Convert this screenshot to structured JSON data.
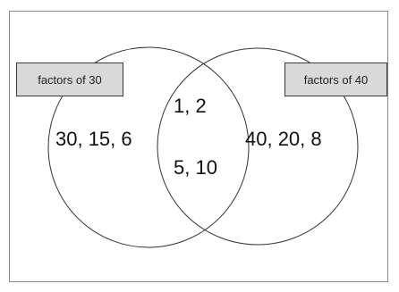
{
  "sets": {
    "left_label": "factors of 30",
    "right_label": "factors of 40"
  },
  "regions": {
    "left_only": "30, 15, 6",
    "intersection_top": "1, 2",
    "intersection_bottom": "5, 10",
    "right_only": "40, 20, 8"
  },
  "colors": {
    "label_fill": "#d9d9d9",
    "circle_stroke": "#333333",
    "frame_border": "#8a8a8a"
  }
}
